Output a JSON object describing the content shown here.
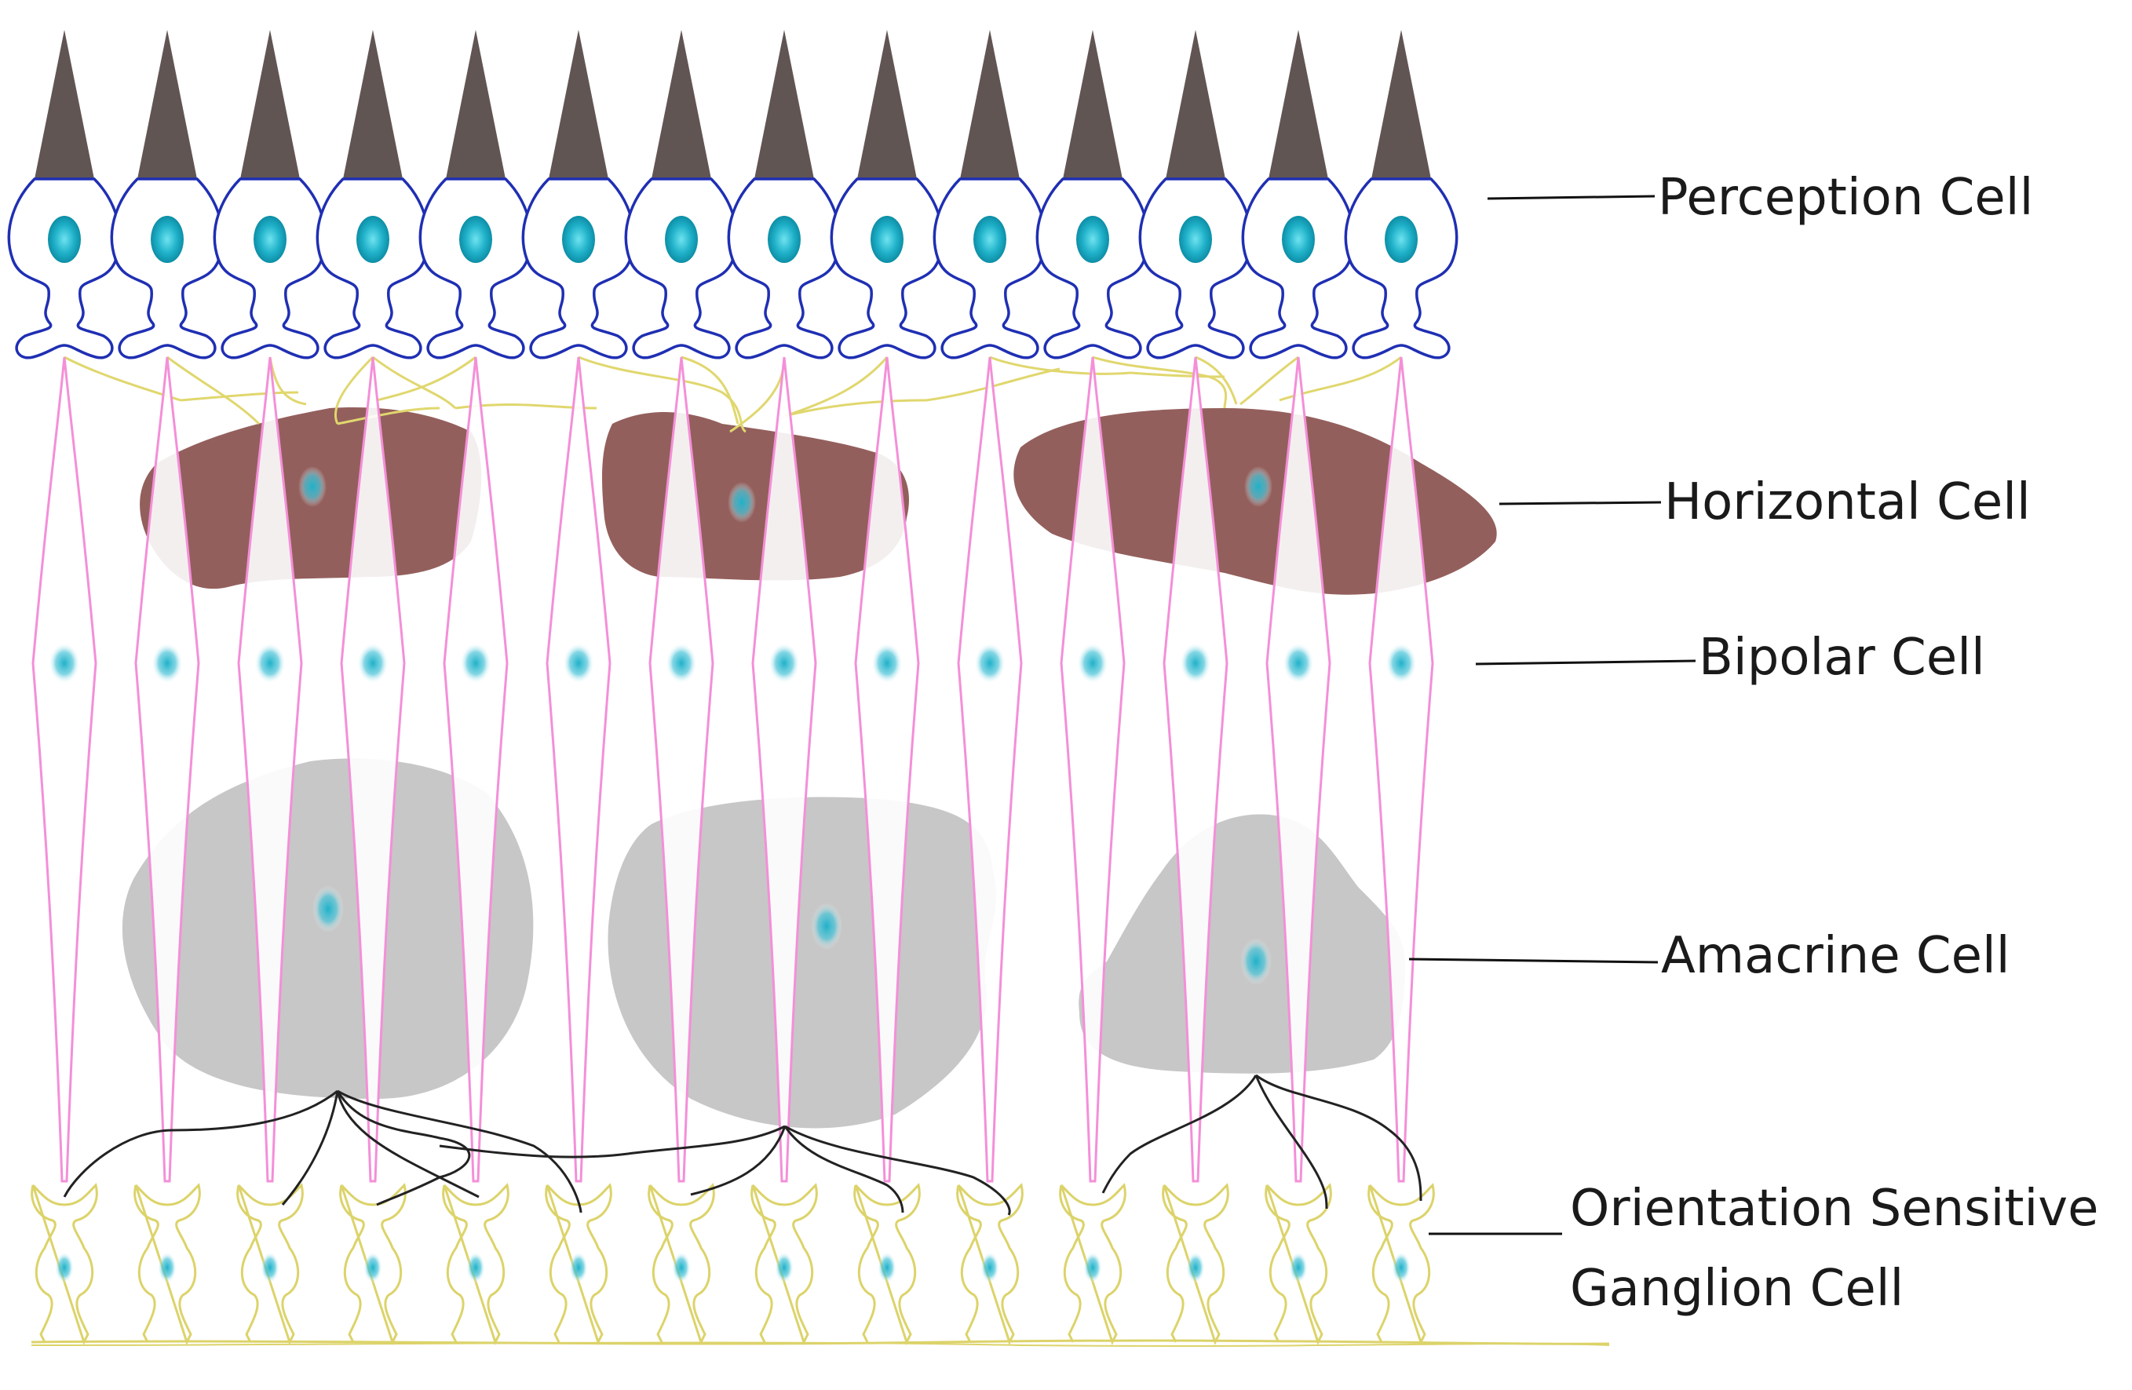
{
  "labels": {
    "perception": "Perception Cell",
    "horizontal": "Horizontal Cell",
    "bipolar": "Bipolar Cell",
    "amacrine": "Amacrine Cell",
    "ganglion_line1": "Orientation Sensitive",
    "ganglion_line2": "Ganglion Cell"
  },
  "counts": {
    "columns": 14,
    "horizontal_cells": 3,
    "amacrine_cells": 3
  },
  "colors": {
    "cone": "#615554",
    "perception_outline": "#1f2fb3",
    "nucleus": "#1fb1c9",
    "bipolar_outline": "#f48fd8",
    "horizontal_fill": "#935f5c",
    "amacrine_fill": "#c7c7c7",
    "ganglion_outline": "#dcd36a",
    "synapse_line": "#e0d76e",
    "axon_line": "#222222",
    "leader_line": "#111111",
    "label_text": "#1a1a1a"
  }
}
